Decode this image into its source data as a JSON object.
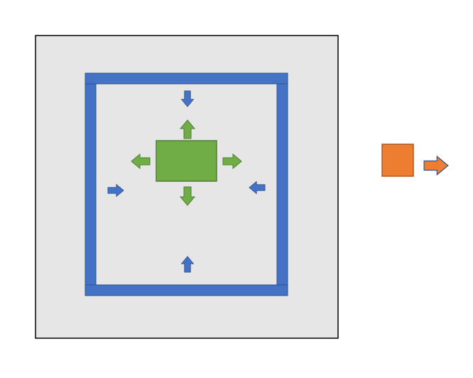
{
  "diagram": {
    "background_color": "#ffffff",
    "outer_box": {
      "fill": "#e6e6e6",
      "stroke": "#000000"
    },
    "blue_frame": {
      "fill": "#4472c4",
      "stroke": "#2f528f",
      "inward_arrows": [
        "down",
        "right",
        "left",
        "up"
      ]
    },
    "green_block": {
      "fill": "#70ad47",
      "stroke": "#507e32",
      "outward_arrows": [
        "up",
        "left",
        "right",
        "down"
      ]
    },
    "orange_block": {
      "fill": "#ed7d31",
      "stroke": "#ae5a21",
      "arrow": "right"
    },
    "arrow_colors": {
      "blue": "#4472c4",
      "green": "#70ad47",
      "orange": "#ed7d31"
    }
  }
}
